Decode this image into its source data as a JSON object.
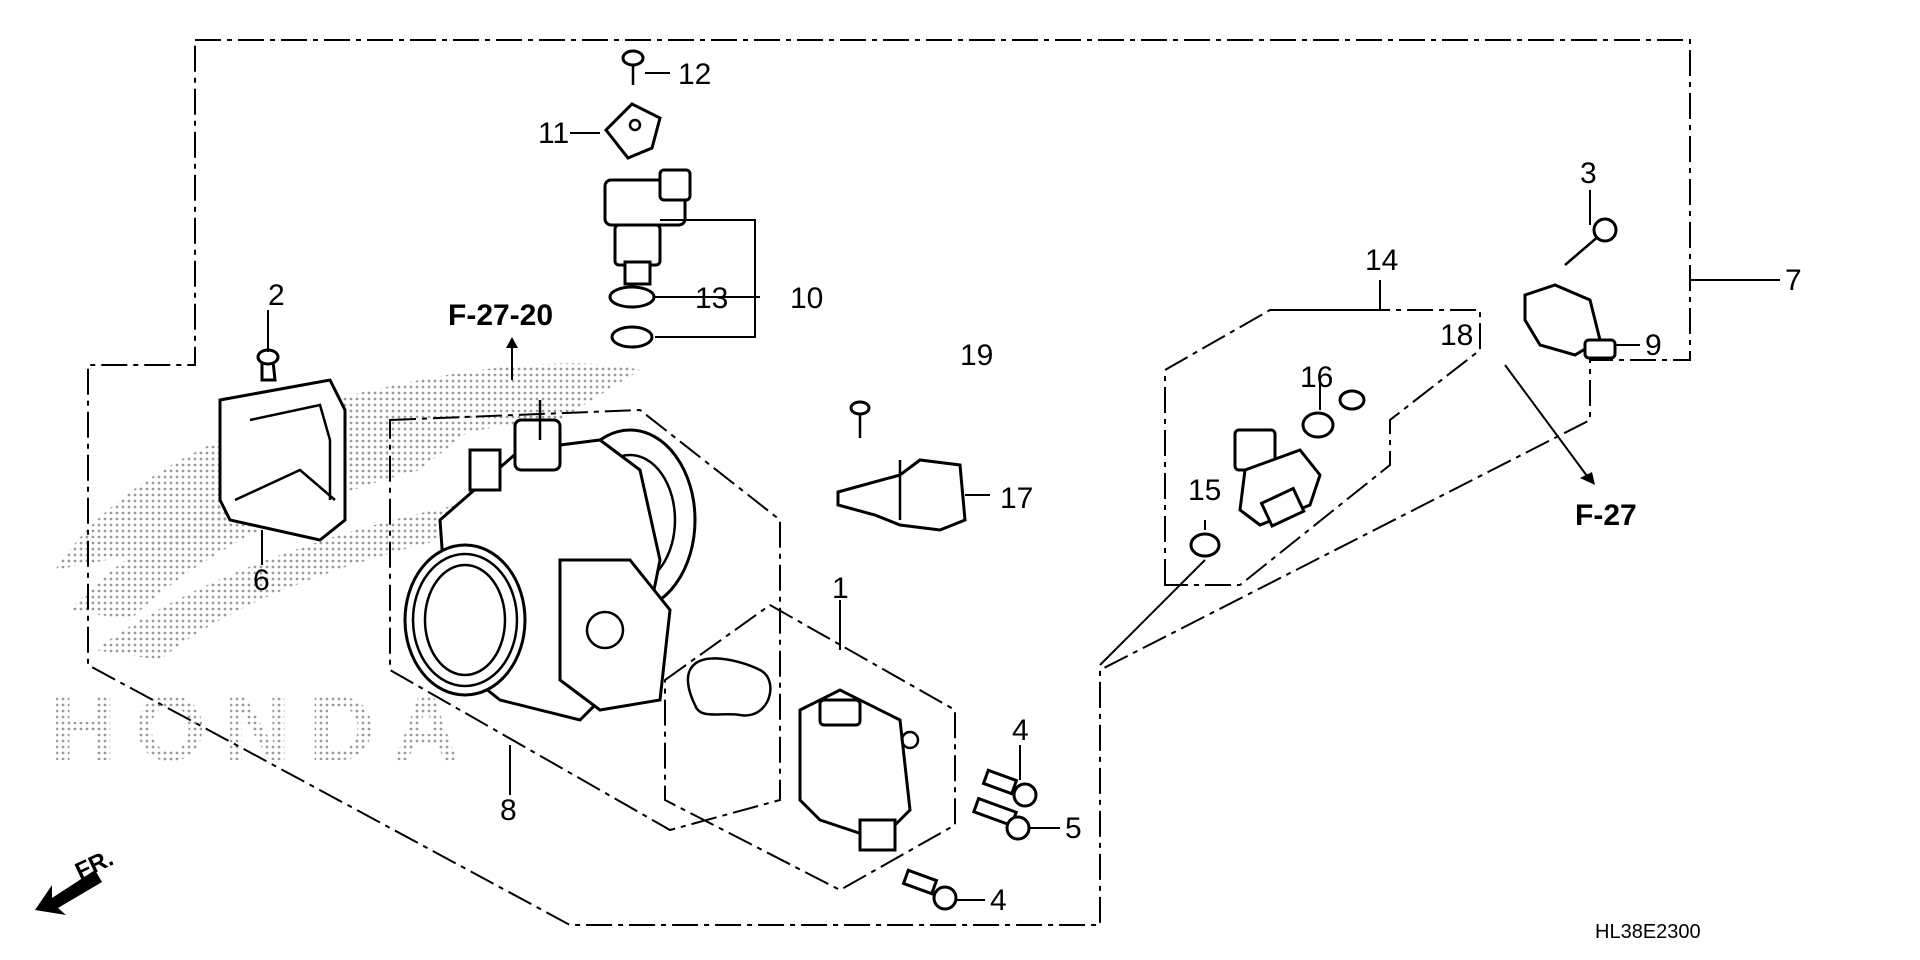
{
  "diagram": {
    "callouts": [
      "1",
      "2",
      "3",
      "4",
      "4",
      "5",
      "6",
      "7",
      "8",
      "9",
      "10",
      "11",
      "12",
      "13",
      "14",
      "15",
      "16",
      "17",
      "18",
      "19"
    ],
    "references": [
      "F-27-20",
      "F-27"
    ],
    "front_label": "FR.",
    "diagram_code": "HL38E2300",
    "watermark": "HONDA"
  }
}
